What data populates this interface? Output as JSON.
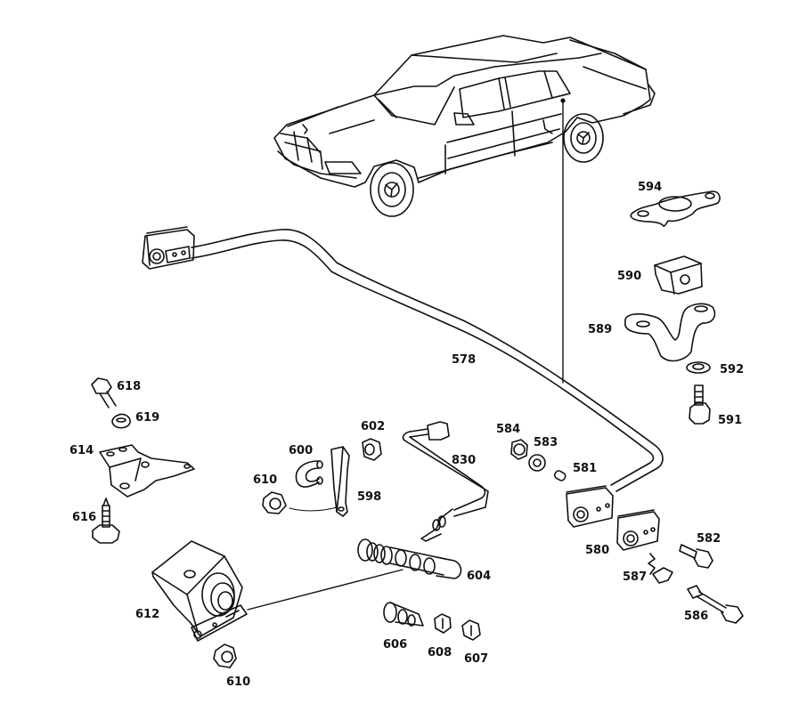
{
  "diagram": {
    "title": "",
    "type": "exploded parts diagram",
    "subject": "Front stabilizer bar / level control sensor assembly (sedan)",
    "colors": {
      "line": "#111111",
      "background": "#ffffff"
    },
    "parts": [
      {
        "id": "578",
        "label": "578",
        "desc": "stabilizer bar"
      },
      {
        "id": "580",
        "label": "580",
        "desc": "bracket"
      },
      {
        "id": "581",
        "label": "581",
        "desc": "sleeve"
      },
      {
        "id": "582",
        "label": "582",
        "desc": "bolt"
      },
      {
        "id": "583",
        "label": "583",
        "desc": "washer"
      },
      {
        "id": "584",
        "label": "584",
        "desc": "nut"
      },
      {
        "id": "586",
        "label": "586",
        "desc": "bolt"
      },
      {
        "id": "587",
        "label": "587",
        "desc": "spring clip"
      },
      {
        "id": "589",
        "label": "589",
        "desc": "clamp"
      },
      {
        "id": "590",
        "label": "590",
        "desc": "rubber mount"
      },
      {
        "id": "591",
        "label": "591",
        "desc": "bolt"
      },
      {
        "id": "592",
        "label": "592",
        "desc": "washer"
      },
      {
        "id": "594",
        "label": "594",
        "desc": "plate"
      },
      {
        "id": "598",
        "label": "598",
        "desc": "bracket"
      },
      {
        "id": "600",
        "label": "600",
        "desc": "U-bolt"
      },
      {
        "id": "602",
        "label": "602",
        "desc": "nut"
      },
      {
        "id": "604",
        "label": "604",
        "desc": "connecting rod"
      },
      {
        "id": "606",
        "label": "606",
        "desc": "joint"
      },
      {
        "id": "607",
        "label": "607",
        "desc": "nut"
      },
      {
        "id": "608",
        "label": "608",
        "desc": "nut"
      },
      {
        "id": "610a",
        "label": "610",
        "desc": "nut"
      },
      {
        "id": "610b",
        "label": "610",
        "desc": "nut"
      },
      {
        "id": "612",
        "label": "612",
        "desc": "level control valve"
      },
      {
        "id": "614",
        "label": "614",
        "desc": "bracket"
      },
      {
        "id": "616",
        "label": "616",
        "desc": "screw"
      },
      {
        "id": "618",
        "label": "618",
        "desc": "bolt"
      },
      {
        "id": "619",
        "label": "619",
        "desc": "washer"
      },
      {
        "id": "830",
        "label": "830",
        "desc": "connecting rod"
      }
    ],
    "labels": {
      "p578": "578",
      "p580": "580",
      "p581": "581",
      "p582": "582",
      "p583": "583",
      "p584": "584",
      "p586": "586",
      "p587": "587",
      "p589": "589",
      "p590": "590",
      "p591": "591",
      "p592": "592",
      "p594": "594",
      "p598": "598",
      "p600": "600",
      "p602": "602",
      "p604": "604",
      "p606": "606",
      "p607": "607",
      "p608": "608",
      "p610a": "610",
      "p610b": "610",
      "p612": "612",
      "p614": "614",
      "p616": "616",
      "p618": "618",
      "p619": "619",
      "p830": "830"
    }
  }
}
